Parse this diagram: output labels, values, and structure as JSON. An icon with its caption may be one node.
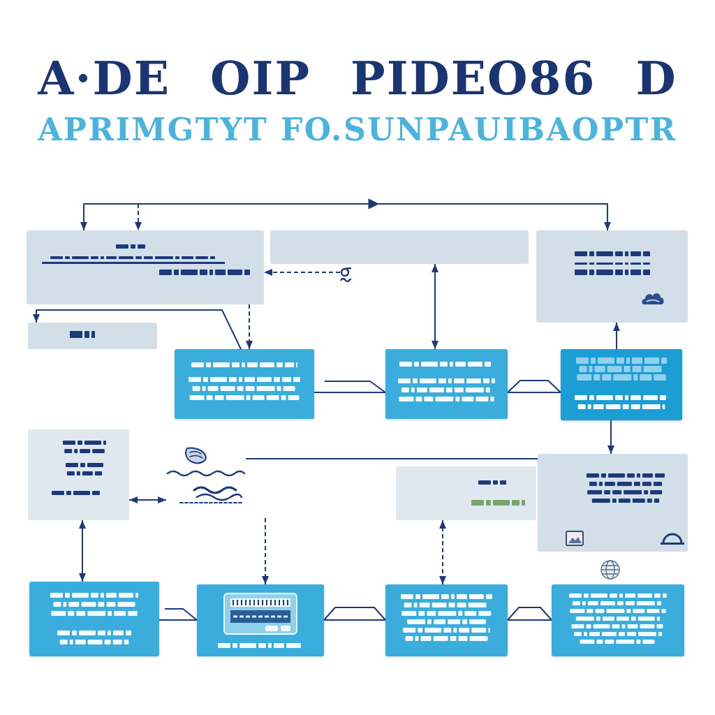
{
  "diagram": {
    "title": "A·DE OIP PIDEO86 D",
    "nodes": [
      {
        "text": [],
        "shape": "box"
      },
      {
        "text": [],
        "shape": "box"
      },
      {
        "text": [],
        "shape": "box"
      },
      {
        "text": [],
        "shape": "box"
      },
      {
        "text": [],
        "shape": "box"
      },
      {
        "text": [],
        "shape": "box"
      },
      {
        "text": [],
        "shape": "box"
      },
      {
        "text": [],
        "shape": "box"
      },
      {
        "text": [],
        "shape": "picture"
      },
      {
        "text": [],
        "shape": "box"
      },
      {
        "text": [],
        "shape": "box"
      },
      {
        "text": [],
        "shape": "box"
      },
      {
        "text": [],
        "shape": "box"
      },
      {
        "text": [],
        "shape": "box"
      },
      {
        "text": [],
        "shape": "box"
      },
      {
        "text": [],
        "shape": "picture"
      }
    ],
    "edges": [
      {
        "from": 0,
        "to": 2,
        "arrow": "both"
      },
      {
        "from": null,
        "to": 0,
        "arrow": "to",
        "style": "dashed"
      },
      {
        "from": 15,
        "to": 0,
        "arrow": "to",
        "style": "dashed"
      },
      {
        "from": 0,
        "to": 4,
        "arrow": "to",
        "style": "dashed"
      },
      {
        "from": 4,
        "to": 3,
        "arrow": "to"
      },
      {
        "from": 1,
        "to": 5,
        "arrow": "both"
      },
      {
        "from": 4,
        "to": 5,
        "arrow": "none"
      },
      {
        "from": 5,
        "to": 6,
        "arrow": "none"
      },
      {
        "from": 6,
        "to": 2,
        "arrow": "to"
      },
      {
        "from": 6,
        "to": 10,
        "arrow": "to"
      },
      {
        "from": 8,
        "to": 10,
        "arrow": "none"
      },
      {
        "from": 7,
        "to": 8,
        "arrow": "both"
      },
      {
        "from": 7,
        "to": 11,
        "arrow": "both"
      },
      {
        "from": null,
        "to": 12,
        "arrow": "to",
        "style": "dashed"
      },
      {
        "from": 9,
        "to": 13,
        "arrow": "both",
        "style": "dashed"
      },
      {
        "from": 11,
        "to": 12,
        "arrow": "none"
      },
      {
        "from": 12,
        "to": 13,
        "arrow": "none"
      },
      {
        "from": 13,
        "to": 14,
        "arrow": "none"
      }
    ],
    "labels": [
      "APRIMGTYT FO.SUNPAUIBAOPTR"
    ]
  }
}
